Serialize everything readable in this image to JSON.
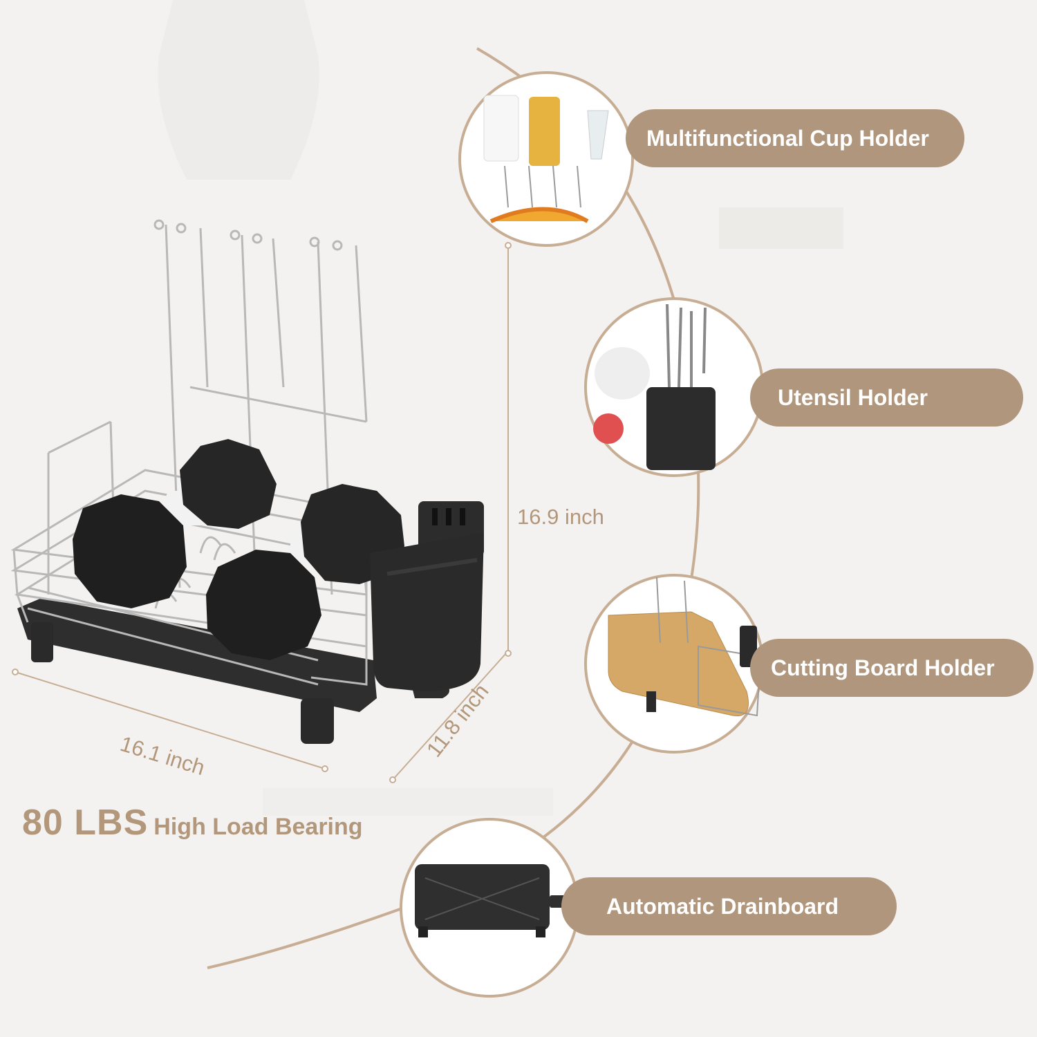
{
  "features": [
    {
      "label": "Multifunctional Cup Holder",
      "icon": "cup-holder-icon"
    },
    {
      "label": "Utensil Holder",
      "icon": "utensil-holder-icon"
    },
    {
      "label": "Cutting Board Holder",
      "icon": "cutting-board-icon"
    },
    {
      "label": "Automatic Drainboard",
      "icon": "drainboard-icon"
    }
  ],
  "dimensions": {
    "height": "16.9 inch",
    "width": "16.1 inch",
    "depth": "11.8 inch"
  },
  "headline": {
    "weight": "80 LBS",
    "text": "High Load Bearing"
  },
  "colors": {
    "accent": "#b0967c",
    "text_on_accent": "#ffffff",
    "product_black": "#2a2a2a",
    "steel": "#b8b8b8"
  }
}
